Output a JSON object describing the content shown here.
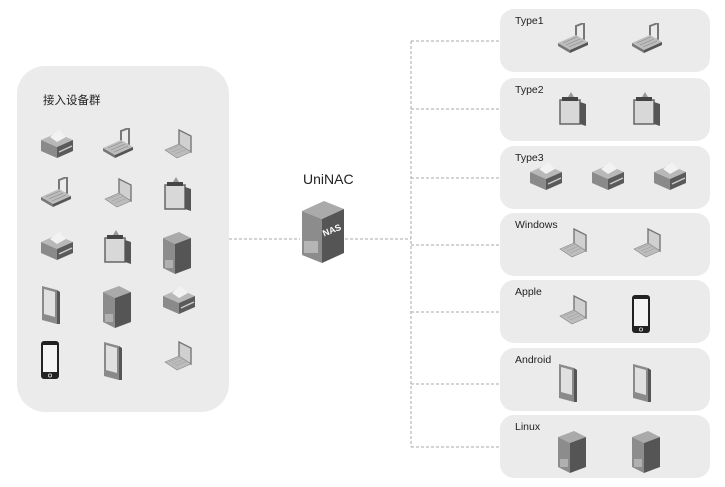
{
  "left_group": {
    "title": "接入设备群",
    "devices": [
      "printer",
      "pos-terminal",
      "laptop",
      "pos-terminal",
      "laptop",
      "kiosk",
      "printer",
      "kiosk",
      "server-tower",
      "tablet",
      "server-tower",
      "printer",
      "smartphone",
      "tablet",
      "laptop"
    ]
  },
  "hub": {
    "label": "UniNAC",
    "badge": "NAS",
    "icon": "nas-server-icon"
  },
  "groups": [
    {
      "label": "Type1",
      "devices": [
        "pos-terminal",
        "pos-terminal"
      ]
    },
    {
      "label": "Type2",
      "devices": [
        "kiosk",
        "kiosk"
      ]
    },
    {
      "label": "Type3",
      "devices": [
        "printer",
        "printer",
        "printer"
      ]
    },
    {
      "label": "Windows",
      "devices": [
        "laptop",
        "laptop"
      ]
    },
    {
      "label": "Apple",
      "devices": [
        "laptop",
        "smartphone"
      ]
    },
    {
      "label": "Android",
      "devices": [
        "tablet",
        "tablet"
      ]
    },
    {
      "label": "Linux",
      "devices": [
        "server-tower",
        "server-tower"
      ]
    }
  ],
  "colors": {
    "panel": "#ebebeb",
    "line": "#a0a0a0",
    "device_dark": "#555555",
    "device_mid": "#8a8a8a",
    "device_light": "#d8d8d8"
  }
}
